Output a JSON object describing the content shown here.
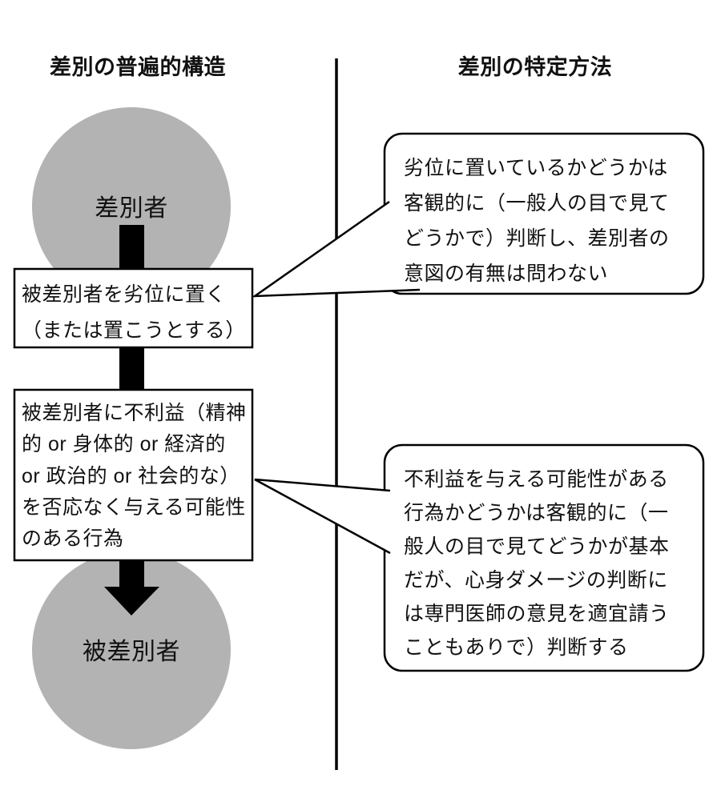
{
  "left": {
    "title": "差別の普遍的構造",
    "actor_top": "差別者",
    "actor_bottom": "被差別者",
    "box1": "被差別者を劣位に置く（または置こうとする）",
    "box2": "被差別者に不利益（精神的 or 身体的 or 経済的 or 政治的 or 社会的な）を否応なく与える可能性のある行為"
  },
  "right": {
    "title": "差別の特定方法",
    "bubble1": "劣位に置いているかどうかは客観的に（一般人の目で見てどうかで）判断し、差別者の意図の有無は問わない",
    "bubble2": "不利益を与える可能性がある行為かどうかは客観的に（一般人の目で見てどうかが基本だが、心身ダメージの判断には専門医師の意見を適宜請うこともありで）判断する"
  },
  "colors": {
    "background": "#ffffff",
    "circle_fill": "#b3b3b3",
    "stroke": "#000000"
  }
}
